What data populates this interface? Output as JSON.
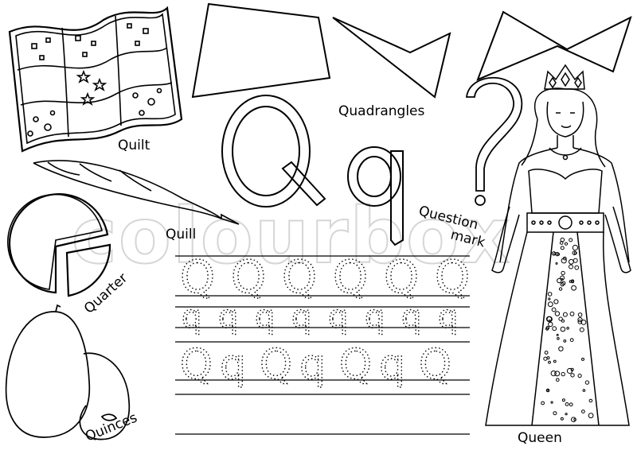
{
  "letter": {
    "upper": "Q",
    "lower": "q"
  },
  "watermark": "colourbox",
  "labels": {
    "quilt": "Quilt",
    "quill": "Quill",
    "quarter": "Quarter",
    "quinces": "Quinces",
    "quadrangles": "Quadrangles",
    "question_line1": "Question",
    "question_line2": "mark",
    "queen": "Queen"
  },
  "tracing": {
    "row1": [
      "Q",
      "Q",
      "Q",
      "Q",
      "Q",
      "Q"
    ],
    "row2": [
      "q",
      "q",
      "q",
      "q",
      "q",
      "q",
      "q",
      "q"
    ],
    "row3": [
      "Q",
      "q",
      "Q",
      "q",
      "Q",
      "q",
      "Q"
    ]
  }
}
